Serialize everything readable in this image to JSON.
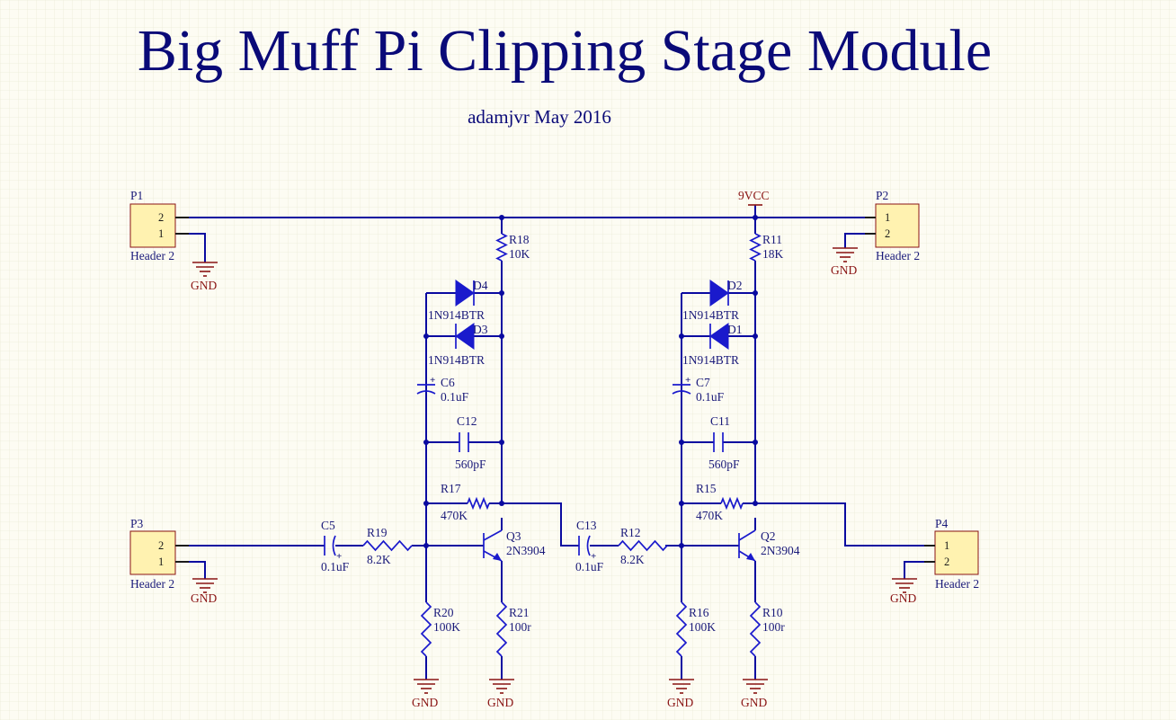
{
  "title": "Big Muff Pi Clipping Stage Module",
  "subtitle": "adamjvr May 2016",
  "net_vcc": "9VCC",
  "gnd": "GND",
  "headers": {
    "p1": {
      "ref": "P1",
      "value": "Header 2",
      "pin_top": "2",
      "pin_bottom": "1"
    },
    "p2": {
      "ref": "P2",
      "value": "Header 2",
      "pin_top": "1",
      "pin_bottom": "2"
    },
    "p3": {
      "ref": "P3",
      "value": "Header 2",
      "pin_top": "2",
      "pin_bottom": "1"
    },
    "p4": {
      "ref": "P4",
      "value": "Header 2",
      "pin_top": "1",
      "pin_bottom": "2"
    }
  },
  "resistors": {
    "r18": {
      "ref": "R18",
      "value": "10K"
    },
    "r11": {
      "ref": "R11",
      "value": "18K"
    },
    "r17": {
      "ref": "R17",
      "value": "470K"
    },
    "r15": {
      "ref": "R15",
      "value": "470K"
    },
    "r19": {
      "ref": "R19",
      "value": "8.2K"
    },
    "r12": {
      "ref": "R12",
      "value": "8.2K"
    },
    "r20": {
      "ref": "R20",
      "value": "100K"
    },
    "r21": {
      "ref": "R21",
      "value": "100r"
    },
    "r16": {
      "ref": "R16",
      "value": "100K"
    },
    "r10": {
      "ref": "R10",
      "value": "100r"
    }
  },
  "diodes": {
    "d4": {
      "ref": "D4",
      "value": "1N914BTR"
    },
    "d3": {
      "ref": "D3",
      "value": "1N914BTR"
    },
    "d2": {
      "ref": "D2",
      "value": "1N914BTR"
    },
    "d1": {
      "ref": "D1",
      "value": "1N914BTR"
    }
  },
  "capacitors": {
    "c6": {
      "ref": "C6",
      "value": "0.1uF"
    },
    "c7": {
      "ref": "C7",
      "value": "0.1uF"
    },
    "c12": {
      "ref": "C12",
      "value": "560pF"
    },
    "c11": {
      "ref": "C11",
      "value": "560pF"
    },
    "c5": {
      "ref": "C5",
      "value": "0.1uF"
    },
    "c13": {
      "ref": "C13",
      "value": "0.1uF"
    }
  },
  "transistors": {
    "q3": {
      "ref": "Q3",
      "value": "2N3904"
    },
    "q2": {
      "ref": "Q2",
      "value": "2N3904"
    }
  }
}
